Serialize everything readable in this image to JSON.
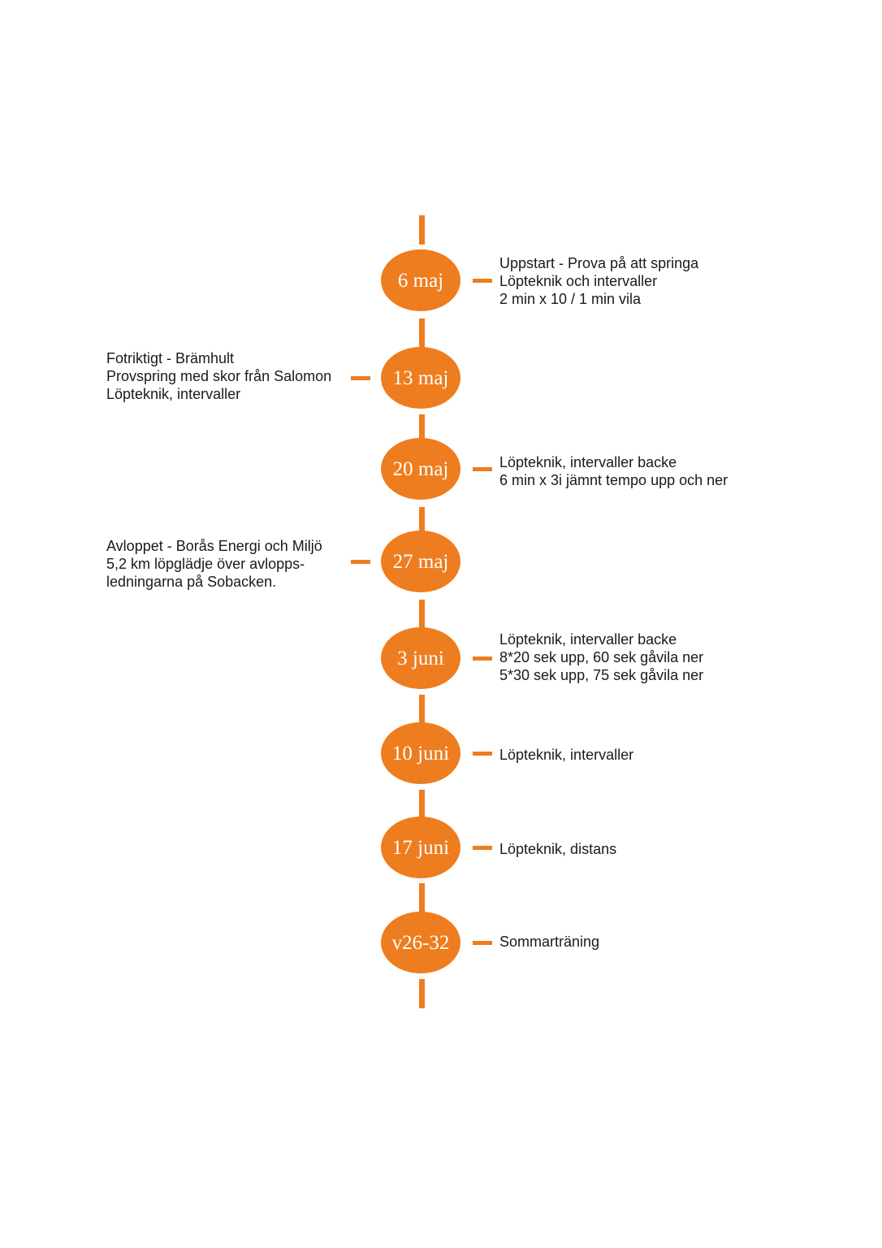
{
  "colors": {
    "accent": "#ee7d1f",
    "text": "#1a1a1a",
    "node_text": "#ffffff"
  },
  "events": [
    {
      "date": "6 maj",
      "side": "right",
      "lines": [
        "Uppstart - Prova på att springa",
        "Löpteknik och intervaller",
        "2 min x 10 / 1 min vila"
      ]
    },
    {
      "date": "13 maj",
      "side": "left",
      "lines": [
        "Fotriktigt - Brämhult",
        "Provspring med skor från Salomon",
        "Löpteknik, intervaller"
      ]
    },
    {
      "date": "20 maj",
      "side": "right",
      "lines": [
        "Löpteknik, intervaller backe",
        "6 min x 3i jämnt tempo upp och ner"
      ]
    },
    {
      "date": "27 maj",
      "side": "left",
      "lines": [
        "Avloppet - Borås Energi och Miljö",
        "5,2 km löpglädje över avlopps-",
        "ledningarna på Sobacken."
      ]
    },
    {
      "date": "3 juni",
      "side": "right",
      "lines": [
        "Löpteknik, intervaller backe",
        "8*20 sek upp, 60 sek gåvila ner",
        "5*30 sek upp, 75 sek gåvila ner"
      ]
    },
    {
      "date": "10 juni",
      "side": "right",
      "lines": [
        "Löpteknik, intervaller"
      ]
    },
    {
      "date": "17 juni",
      "side": "right",
      "lines": [
        "Löpteknik, distans"
      ]
    },
    {
      "date": "v26-32",
      "side": "right",
      "lines": [
        "Sommarträning"
      ]
    }
  ]
}
